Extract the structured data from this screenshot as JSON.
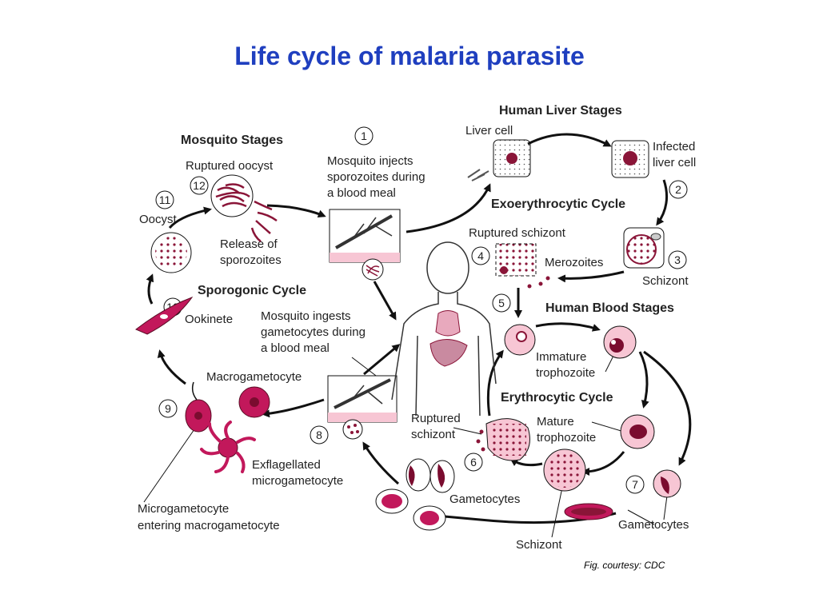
{
  "title": "Life cycle of malaria parasite",
  "credit": "Fig. courtesy:  CDC",
  "headings": {
    "mosquito_stages": "Mosquito Stages",
    "human_liver_stages": "Human Liver Stages",
    "exoerythrocytic_cycle": "Exoerythrocytic Cycle",
    "sporogonic_cycle": "Sporogonic Cycle",
    "human_blood_stages": "Human Blood Stages",
    "erythrocytic_cycle": "Erythrocytic Cycle"
  },
  "steps": [
    "1",
    "2",
    "3",
    "4",
    "5",
    "6",
    "7",
    "8",
    "9",
    "10",
    "11",
    "12"
  ],
  "labels": {
    "mosquito_injects": [
      "Mosquito injects",
      "sporozoites during",
      "a blood meal"
    ],
    "liver_cell": "Liver cell",
    "infected_liver_cell": [
      "Infected",
      "liver cell"
    ],
    "ruptured_oocyst": "Ruptured oocyst",
    "release_of_sporozoites": [
      "Release of",
      "sporozoites"
    ],
    "oocyst": "Oocyst",
    "ruptured_schizont_liver": "Ruptured schizont",
    "merozoites": "Merozoites",
    "schizont_liver": "Schizont",
    "ookinete": "Ookinete",
    "mosquito_ingests": [
      "Mosquito ingests",
      "gametocytes during",
      "a blood meal"
    ],
    "immature_trophozoite": [
      "Immature",
      "trophozoite"
    ],
    "macrogametocyte": "Macrogametocyte",
    "mature_trophozoite": [
      "Mature",
      "trophozoite"
    ],
    "ruptured_schizont_blood": [
      "Ruptured",
      "schizont"
    ],
    "exflagellated": [
      "Exflagellated",
      "microgametocyte"
    ],
    "gametocytes_left": "Gametocytes",
    "gametocytes_right": "Gametocytes",
    "microgametocyte_entering": [
      "Microgametocyte",
      "entering macrogametocyte"
    ],
    "schizont_blood": "Schizont"
  },
  "colors": {
    "title": "#1f3fbf",
    "cell_fill": "#f7c6d4",
    "parasite": "#8a1538",
    "line": "#111111"
  }
}
